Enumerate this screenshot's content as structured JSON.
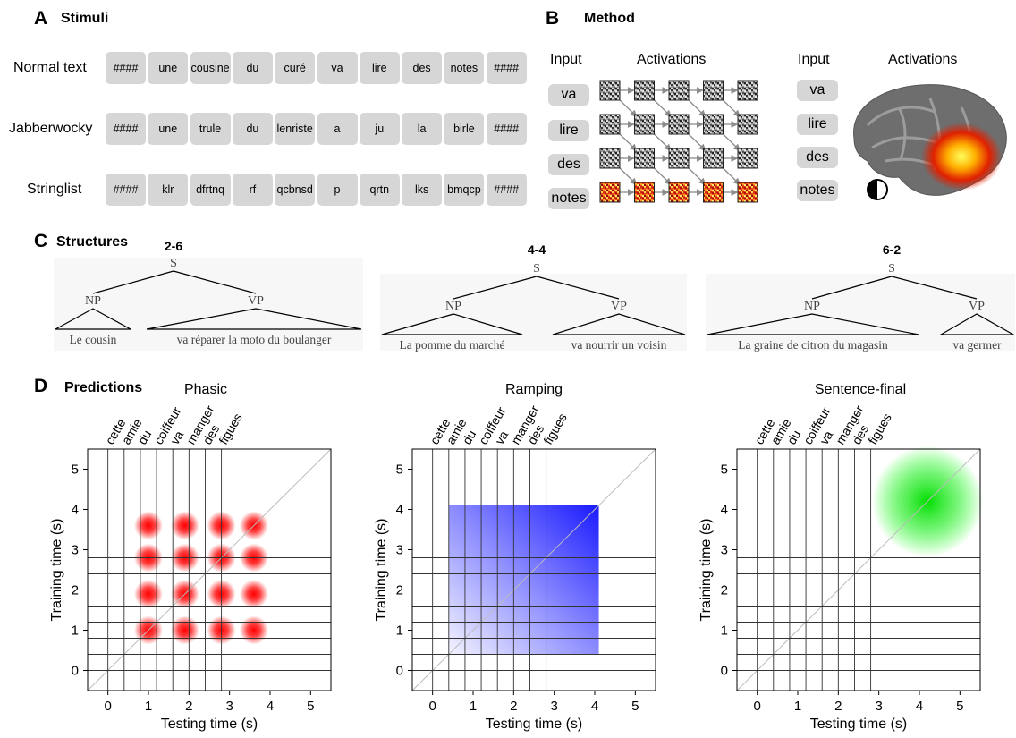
{
  "panelA": {
    "letter": "A",
    "title": "Stimuli",
    "rows": [
      {
        "label": "Normal text",
        "tokens": [
          "####",
          "une",
          "cousine",
          "du",
          "curé",
          "va",
          "lire",
          "des",
          "notes",
          "####"
        ]
      },
      {
        "label": "Jabberwocky",
        "tokens": [
          "####",
          "une",
          "trule",
          "du",
          "lenriste",
          "a",
          "ju",
          "la",
          "birle",
          "####"
        ]
      },
      {
        "label": "Stringlist",
        "tokens": [
          "####",
          "klr",
          "dfrtnq",
          "rf",
          "qcbnsd",
          "p",
          "qrtn",
          "lks",
          "bmqcp",
          "####"
        ]
      }
    ]
  },
  "panelB": {
    "letter": "B",
    "title": "Method",
    "left": {
      "input_header": "Input",
      "activations_header": "Activations",
      "inputs": [
        "va",
        "lire",
        "des",
        "notes"
      ]
    },
    "right": {
      "input_header": "Input",
      "activations_header": "Activations",
      "inputs": [
        "va",
        "lire",
        "des",
        "notes"
      ]
    },
    "colors": {
      "heat": "#e8481c",
      "gray": "#8c8c8c"
    }
  },
  "panelC": {
    "letter": "C",
    "title": "Structures",
    "trees": [
      {
        "name": "2-6",
        "root": "S",
        "np": "NP",
        "vp": "VP",
        "np_text": "Le cousin",
        "vp_text": "va réparer la moto du boulanger"
      },
      {
        "name": "4-4",
        "root": "S",
        "np": "NP",
        "vp": "VP",
        "np_text": "La pomme du marché",
        "vp_text": "va nourrir un voisin"
      },
      {
        "name": "6-2",
        "root": "S",
        "np": "NP",
        "vp": "VP",
        "np_text": "La graine de citron du magasin",
        "vp_text": "va germer"
      }
    ]
  },
  "panelD": {
    "letter": "D",
    "title": "Predictions",
    "words": [
      "cette",
      "amie",
      "du",
      "coiffeur",
      "va",
      "manger",
      "des",
      "figues"
    ],
    "xlabel": "Testing time (s)",
    "ylabel": "Training time (s)",
    "ticks": [
      "0",
      "1",
      "2",
      "3",
      "4",
      "5"
    ],
    "plots": [
      {
        "title": "Phasic",
        "color": "#ff0000"
      },
      {
        "title": "Ramping",
        "color": "#1a1aff"
      },
      {
        "title": "Sentence-final",
        "color": "#00e000"
      }
    ]
  }
}
